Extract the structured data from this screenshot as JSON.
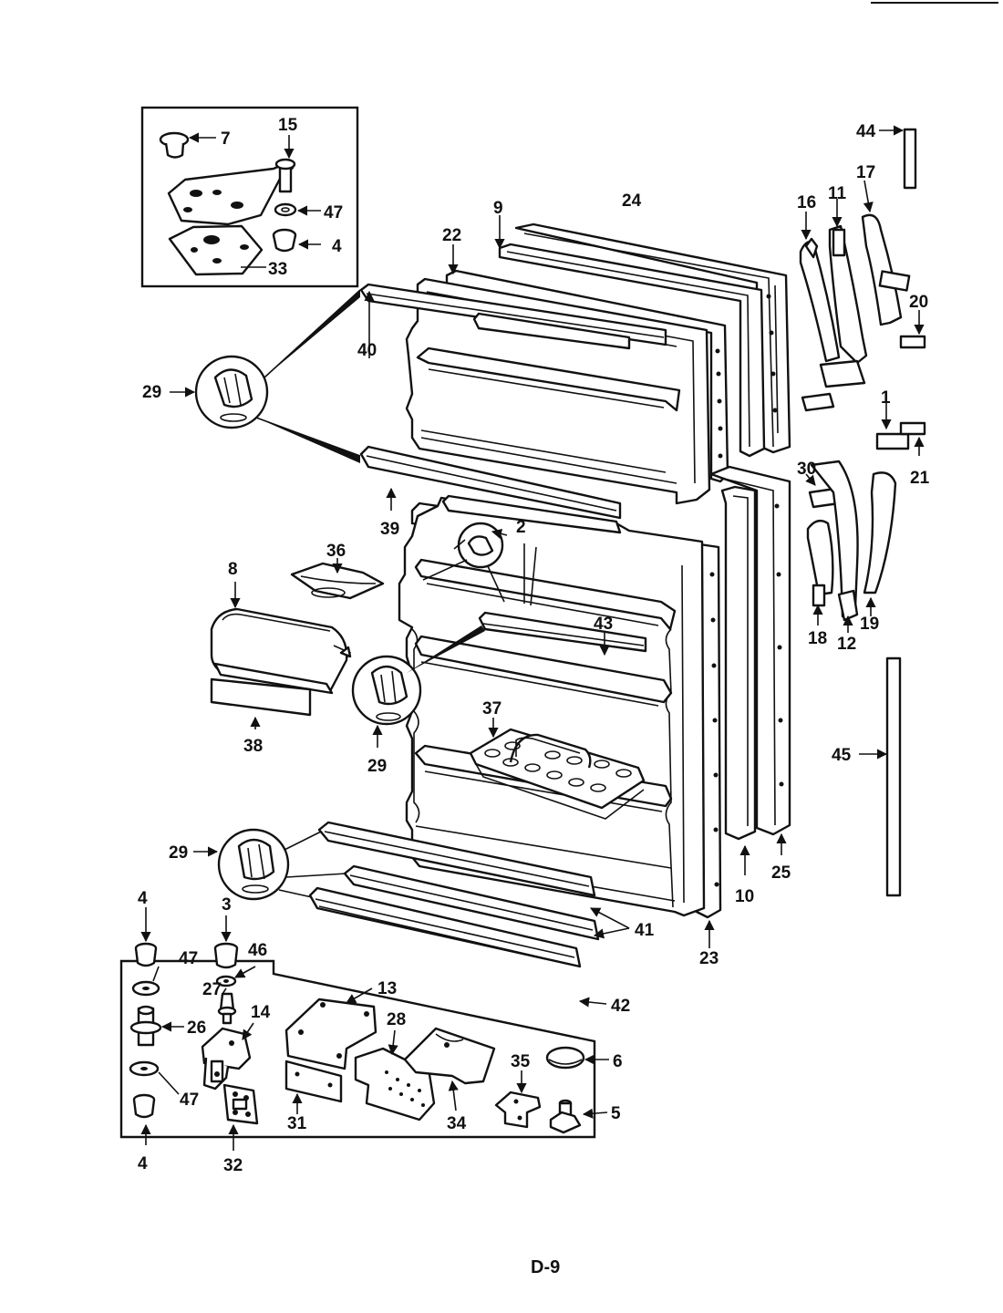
{
  "page": {
    "label": "D-9"
  },
  "callouts": {
    "c7": "7",
    "c15": "15",
    "c47a": "47",
    "c4a": "4",
    "c33": "33",
    "c44": "44",
    "c17": "17",
    "c16": "16",
    "c11": "11",
    "c20": "20",
    "c24": "24",
    "c9": "9",
    "c22": "22",
    "c40": "40",
    "c29a": "29",
    "c1": "1",
    "c21": "21",
    "c30": "30",
    "c39": "39",
    "c2": "2",
    "c36": "36",
    "c8": "8",
    "c43": "43",
    "c18": "18",
    "c12": "12",
    "c19": "19",
    "c38": "38",
    "c29b": "29",
    "c37": "37",
    "c45": "45",
    "c29c": "29",
    "c25": "25",
    "c10": "10",
    "c4b": "4",
    "c3": "3",
    "c41": "41",
    "c23": "23",
    "c47b": "47",
    "c46": "46",
    "c27": "27",
    "c42": "42",
    "c13": "13",
    "c14": "14",
    "c26": "26",
    "c28": "28",
    "c6": "6",
    "c35": "35",
    "c47c": "47",
    "c5": "5",
    "c31": "31",
    "c34": "34",
    "c4c": "4",
    "c32": "32"
  }
}
